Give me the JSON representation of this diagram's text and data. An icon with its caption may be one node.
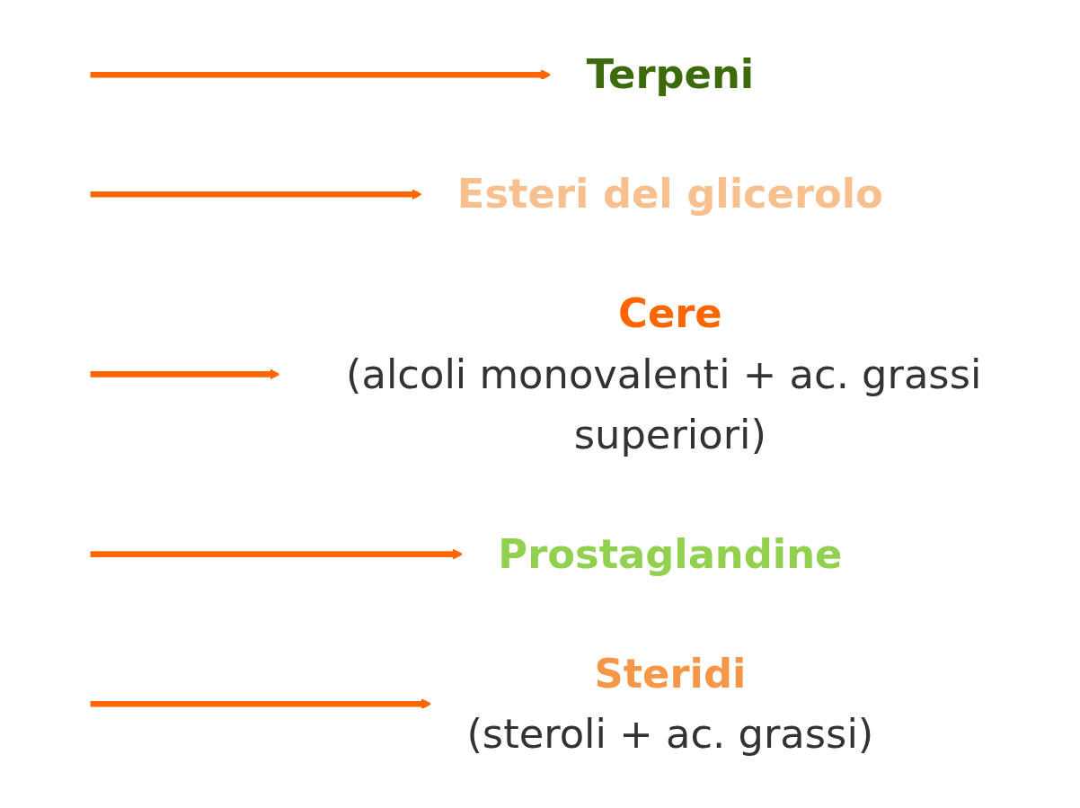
{
  "diagram": {
    "nodes": [
      {
        "text": [
          "Terpeni"
        ]
      },
      {
        "text": [
          "Esteri del glicerolo"
        ]
      },
      {
        "text": [
          "Cere",
          "(alcoli monovalenti + ac. grassi superiori)"
        ]
      },
      {
        "text": [
          "Prostaglandine"
        ]
      },
      {
        "text": [
          "Steridi",
          "(steroli + ac. grassi)"
        ]
      }
    ],
    "edges": [
      {
        "from": null,
        "to": 0,
        "arrow": "to"
      },
      {
        "from": null,
        "to": 1,
        "arrow": "to"
      },
      {
        "from": null,
        "to": 2,
        "arrow": "to"
      },
      {
        "from": null,
        "to": 3,
        "arrow": "to"
      },
      {
        "from": null,
        "to": 4,
        "arrow": "to"
      }
    ]
  }
}
